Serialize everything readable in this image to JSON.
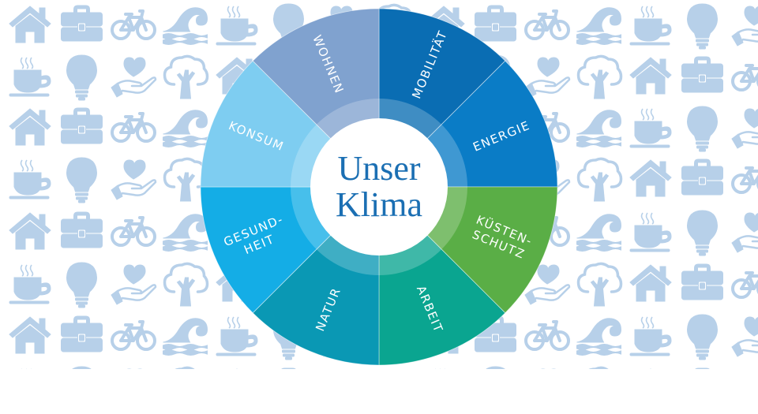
{
  "title": {
    "line1": "Unser",
    "line2": "Klima",
    "color": "#1b6fb3"
  },
  "segments": [
    {
      "id": "mobilitaet",
      "lines": [
        "MOBILITÄT"
      ],
      "color": "#0a6db3"
    },
    {
      "id": "energie",
      "lines": [
        "ENERGIE"
      ],
      "color": "#0a7cc6"
    },
    {
      "id": "kuestenschutz",
      "lines": [
        "KÜSTEN-",
        "SCHUTZ"
      ],
      "color": "#5aae46"
    },
    {
      "id": "arbeit",
      "lines": [
        "ARBEIT"
      ],
      "color": "#0aa590"
    },
    {
      "id": "natur",
      "lines": [
        "NATUR"
      ],
      "color": "#0a98b4"
    },
    {
      "id": "gesundheit",
      "lines": [
        "GESUND-",
        "HEIT"
      ],
      "color": "#14ade6"
    },
    {
      "id": "konsum",
      "lines": [
        "KONSUM"
      ],
      "color": "#7ecdf1"
    },
    {
      "id": "wohnen",
      "lines": [
        "WOHNEN"
      ],
      "color": "#80a2cf"
    }
  ],
  "background_icons": {
    "color": "#b7d0e9",
    "sequence": [
      "house-icon",
      "briefcase-icon",
      "bicycle-icon",
      "wave-icon",
      "coffee-cup-icon",
      "lightbulb-icon",
      "hand-heart-icon",
      "tree-icon"
    ]
  }
}
